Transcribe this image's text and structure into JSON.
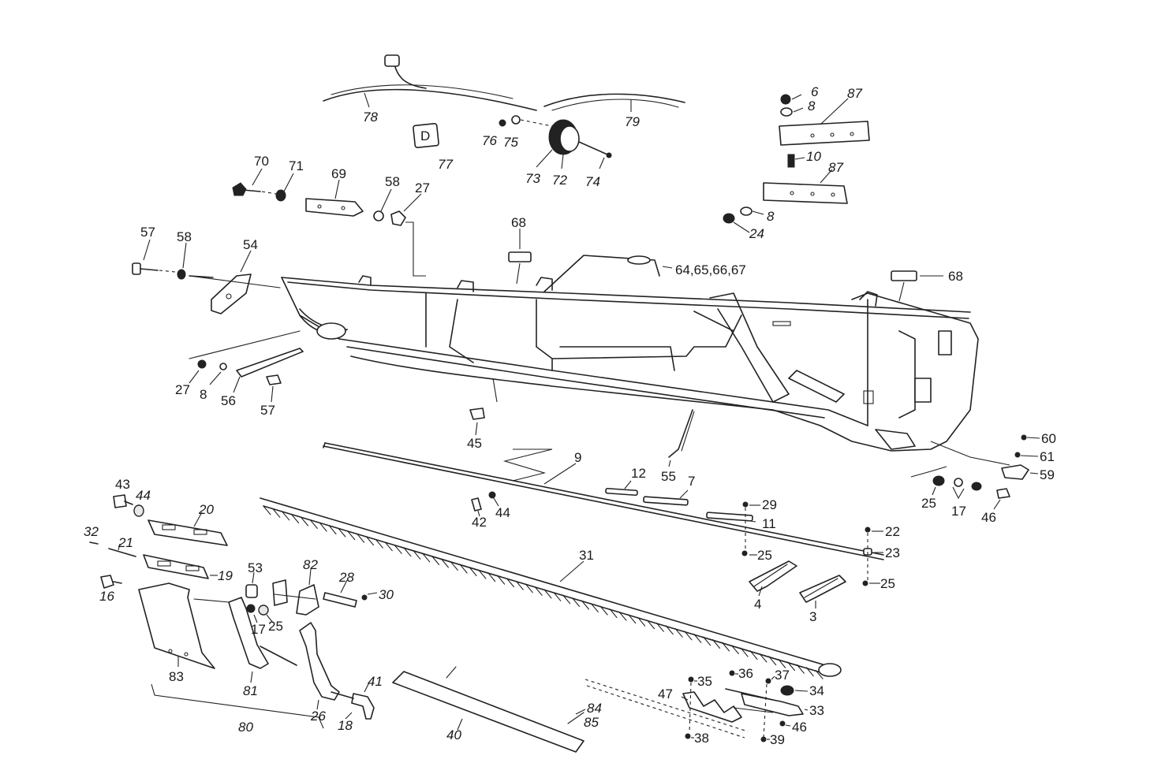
{
  "diagram": {
    "labels": [
      {
        "id": "l78",
        "text": "78"
      },
      {
        "id": "l79",
        "text": "79"
      },
      {
        "id": "l76",
        "text": "76"
      },
      {
        "id": "l75",
        "text": "75"
      },
      {
        "id": "l77",
        "text": "77"
      },
      {
        "id": "l73",
        "text": "73"
      },
      {
        "id": "l72",
        "text": "72"
      },
      {
        "id": "l74",
        "text": "74"
      },
      {
        "id": "l6",
        "text": "6"
      },
      {
        "id": "l8a",
        "text": "8"
      },
      {
        "id": "l87a",
        "text": "87"
      },
      {
        "id": "l10",
        "text": "10"
      },
      {
        "id": "l87b",
        "text": "87"
      },
      {
        "id": "l8b",
        "text": "8"
      },
      {
        "id": "l24",
        "text": "24"
      },
      {
        "id": "l70",
        "text": "70"
      },
      {
        "id": "l71",
        "text": "71"
      },
      {
        "id": "l69",
        "text": "69"
      },
      {
        "id": "l58a",
        "text": "58"
      },
      {
        "id": "l27a",
        "text": "27"
      },
      {
        "id": "l57a",
        "text": "57"
      },
      {
        "id": "l58b",
        "text": "58"
      },
      {
        "id": "l54",
        "text": "54"
      },
      {
        "id": "l68a",
        "text": "68"
      },
      {
        "id": "l6467",
        "text": "64,65,66,67"
      },
      {
        "id": "l68b",
        "text": "68"
      },
      {
        "id": "l27b",
        "text": "27"
      },
      {
        "id": "l8c",
        "text": "8"
      },
      {
        "id": "l56",
        "text": "56"
      },
      {
        "id": "l57b",
        "text": "57"
      },
      {
        "id": "l45",
        "text": "45"
      },
      {
        "id": "l9",
        "text": "9"
      },
      {
        "id": "l12",
        "text": "12"
      },
      {
        "id": "l55",
        "text": "55"
      },
      {
        "id": "l7",
        "text": "7"
      },
      {
        "id": "l60",
        "text": "60"
      },
      {
        "id": "l61",
        "text": "61"
      },
      {
        "id": "l59",
        "text": "59"
      },
      {
        "id": "l25a",
        "text": "25"
      },
      {
        "id": "l17a",
        "text": "17"
      },
      {
        "id": "l46a",
        "text": "46"
      },
      {
        "id": "l42",
        "text": "42"
      },
      {
        "id": "l44a",
        "text": "44"
      },
      {
        "id": "l29",
        "text": "29"
      },
      {
        "id": "l11",
        "text": "11"
      },
      {
        "id": "l22",
        "text": "22"
      },
      {
        "id": "l23",
        "text": "23"
      },
      {
        "id": "l25b",
        "text": "25"
      },
      {
        "id": "l25c",
        "text": "25"
      },
      {
        "id": "l4",
        "text": "4"
      },
      {
        "id": "l3",
        "text": "3"
      },
      {
        "id": "l43",
        "text": "43"
      },
      {
        "id": "l44b",
        "text": "44"
      },
      {
        "id": "l20",
        "text": "20"
      },
      {
        "id": "l32",
        "text": "32"
      },
      {
        "id": "l21",
        "text": "21"
      },
      {
        "id": "l19",
        "text": "19"
      },
      {
        "id": "l16",
        "text": "16"
      },
      {
        "id": "l53",
        "text": "53"
      },
      {
        "id": "l82",
        "text": "82"
      },
      {
        "id": "l28",
        "text": "28"
      },
      {
        "id": "l30",
        "text": "30"
      },
      {
        "id": "l17b",
        "text": "17"
      },
      {
        "id": "l25d",
        "text": "25"
      },
      {
        "id": "l83",
        "text": "83"
      },
      {
        "id": "l81",
        "text": "81"
      },
      {
        "id": "l26",
        "text": "26"
      },
      {
        "id": "l41",
        "text": "41"
      },
      {
        "id": "l18",
        "text": "18"
      },
      {
        "id": "l80",
        "text": "80"
      },
      {
        "id": "l31",
        "text": "31"
      },
      {
        "id": "l40",
        "text": "40"
      },
      {
        "id": "l84",
        "text": "84"
      },
      {
        "id": "l85",
        "text": "85"
      },
      {
        "id": "l35",
        "text": "35"
      },
      {
        "id": "l36",
        "text": "36"
      },
      {
        "id": "l37",
        "text": "37"
      },
      {
        "id": "l34",
        "text": "34"
      },
      {
        "id": "l47",
        "text": "47"
      },
      {
        "id": "l33",
        "text": "33"
      },
      {
        "id": "l46b",
        "text": "46"
      },
      {
        "id": "l38",
        "text": "38"
      },
      {
        "id": "l39",
        "text": "39"
      }
    ]
  }
}
